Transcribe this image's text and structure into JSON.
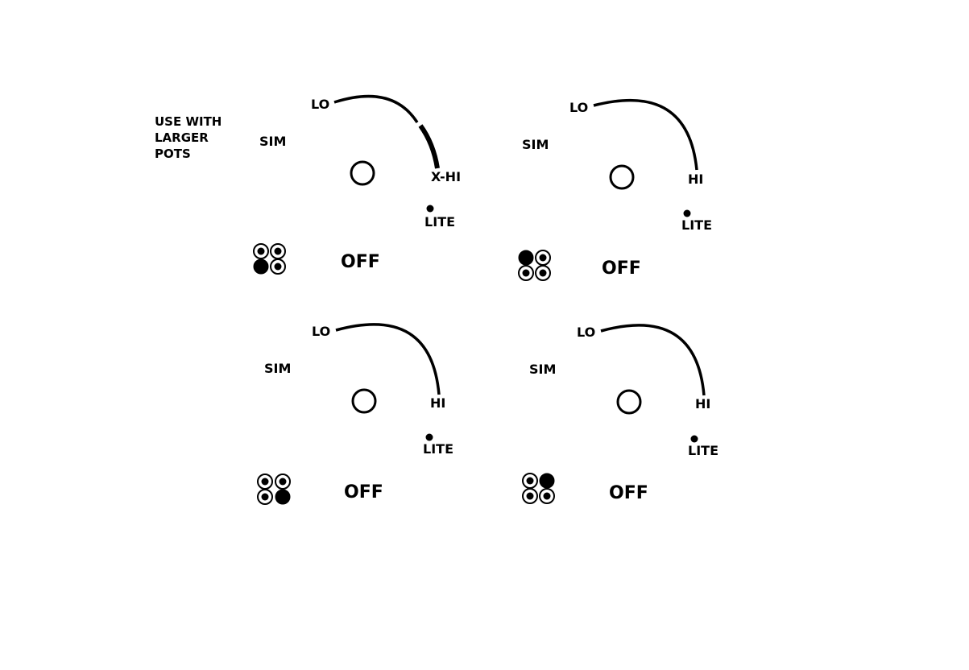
{
  "note": {
    "lines": [
      "USE WITH",
      "LARGER",
      "POTS"
    ]
  },
  "colors": {
    "ink": "#000000",
    "background": "#ffffff"
  },
  "panels": [
    {
      "lo_label": "LO",
      "sim_label": "SIM",
      "hi_label": "X-HI",
      "lite_label": "LITE",
      "off_label": "OFF",
      "extended_range": true,
      "indicator": [
        "ring",
        "ring",
        "filled",
        "ring"
      ]
    },
    {
      "lo_label": "LO",
      "sim_label": "SIM",
      "hi_label": "HI",
      "lite_label": "LITE",
      "off_label": "OFF",
      "extended_range": false,
      "indicator": [
        "filled",
        "ring",
        "ring",
        "ring"
      ]
    },
    {
      "lo_label": "LO",
      "sim_label": "SIM",
      "hi_label": "HI",
      "lite_label": "LITE",
      "off_label": "OFF",
      "extended_range": false,
      "indicator": [
        "ring",
        "ring",
        "ring",
        "filled"
      ]
    },
    {
      "lo_label": "LO",
      "sim_label": "SIM",
      "hi_label": "HI",
      "lite_label": "LITE",
      "off_label": "OFF",
      "extended_range": false,
      "indicator": [
        "ring",
        "filled",
        "ring",
        "ring"
      ]
    }
  ]
}
